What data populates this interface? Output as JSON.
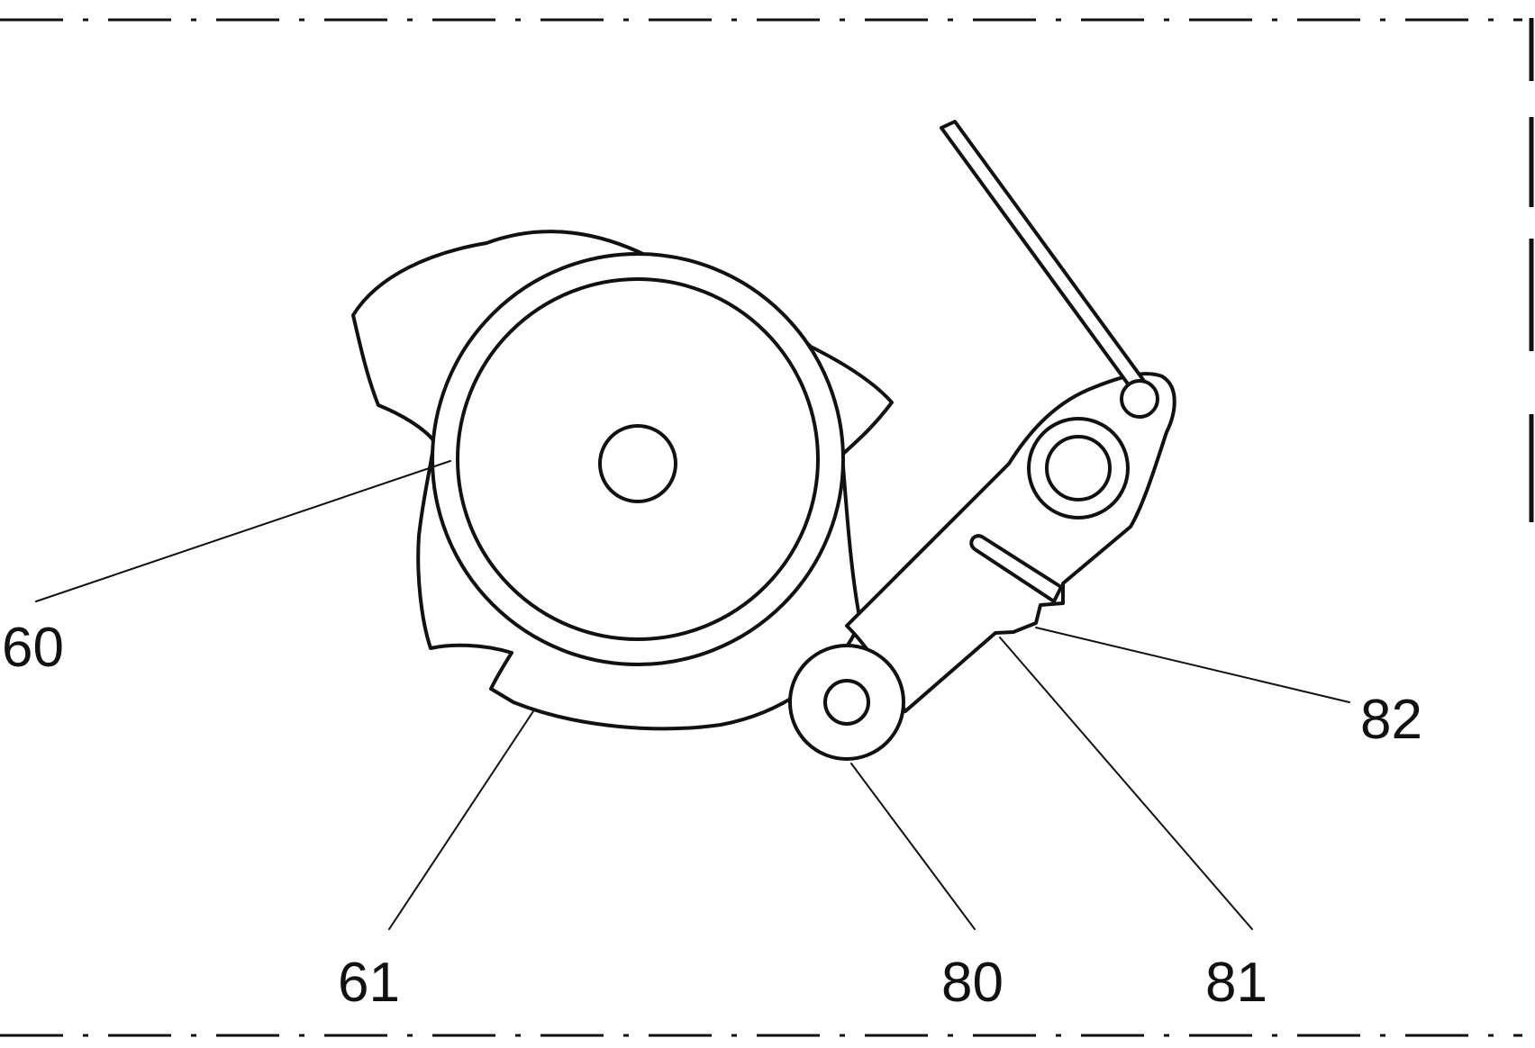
{
  "callouts": {
    "c60": "60",
    "c61": "61",
    "c80": "80",
    "c81": "81",
    "c82": "82"
  }
}
